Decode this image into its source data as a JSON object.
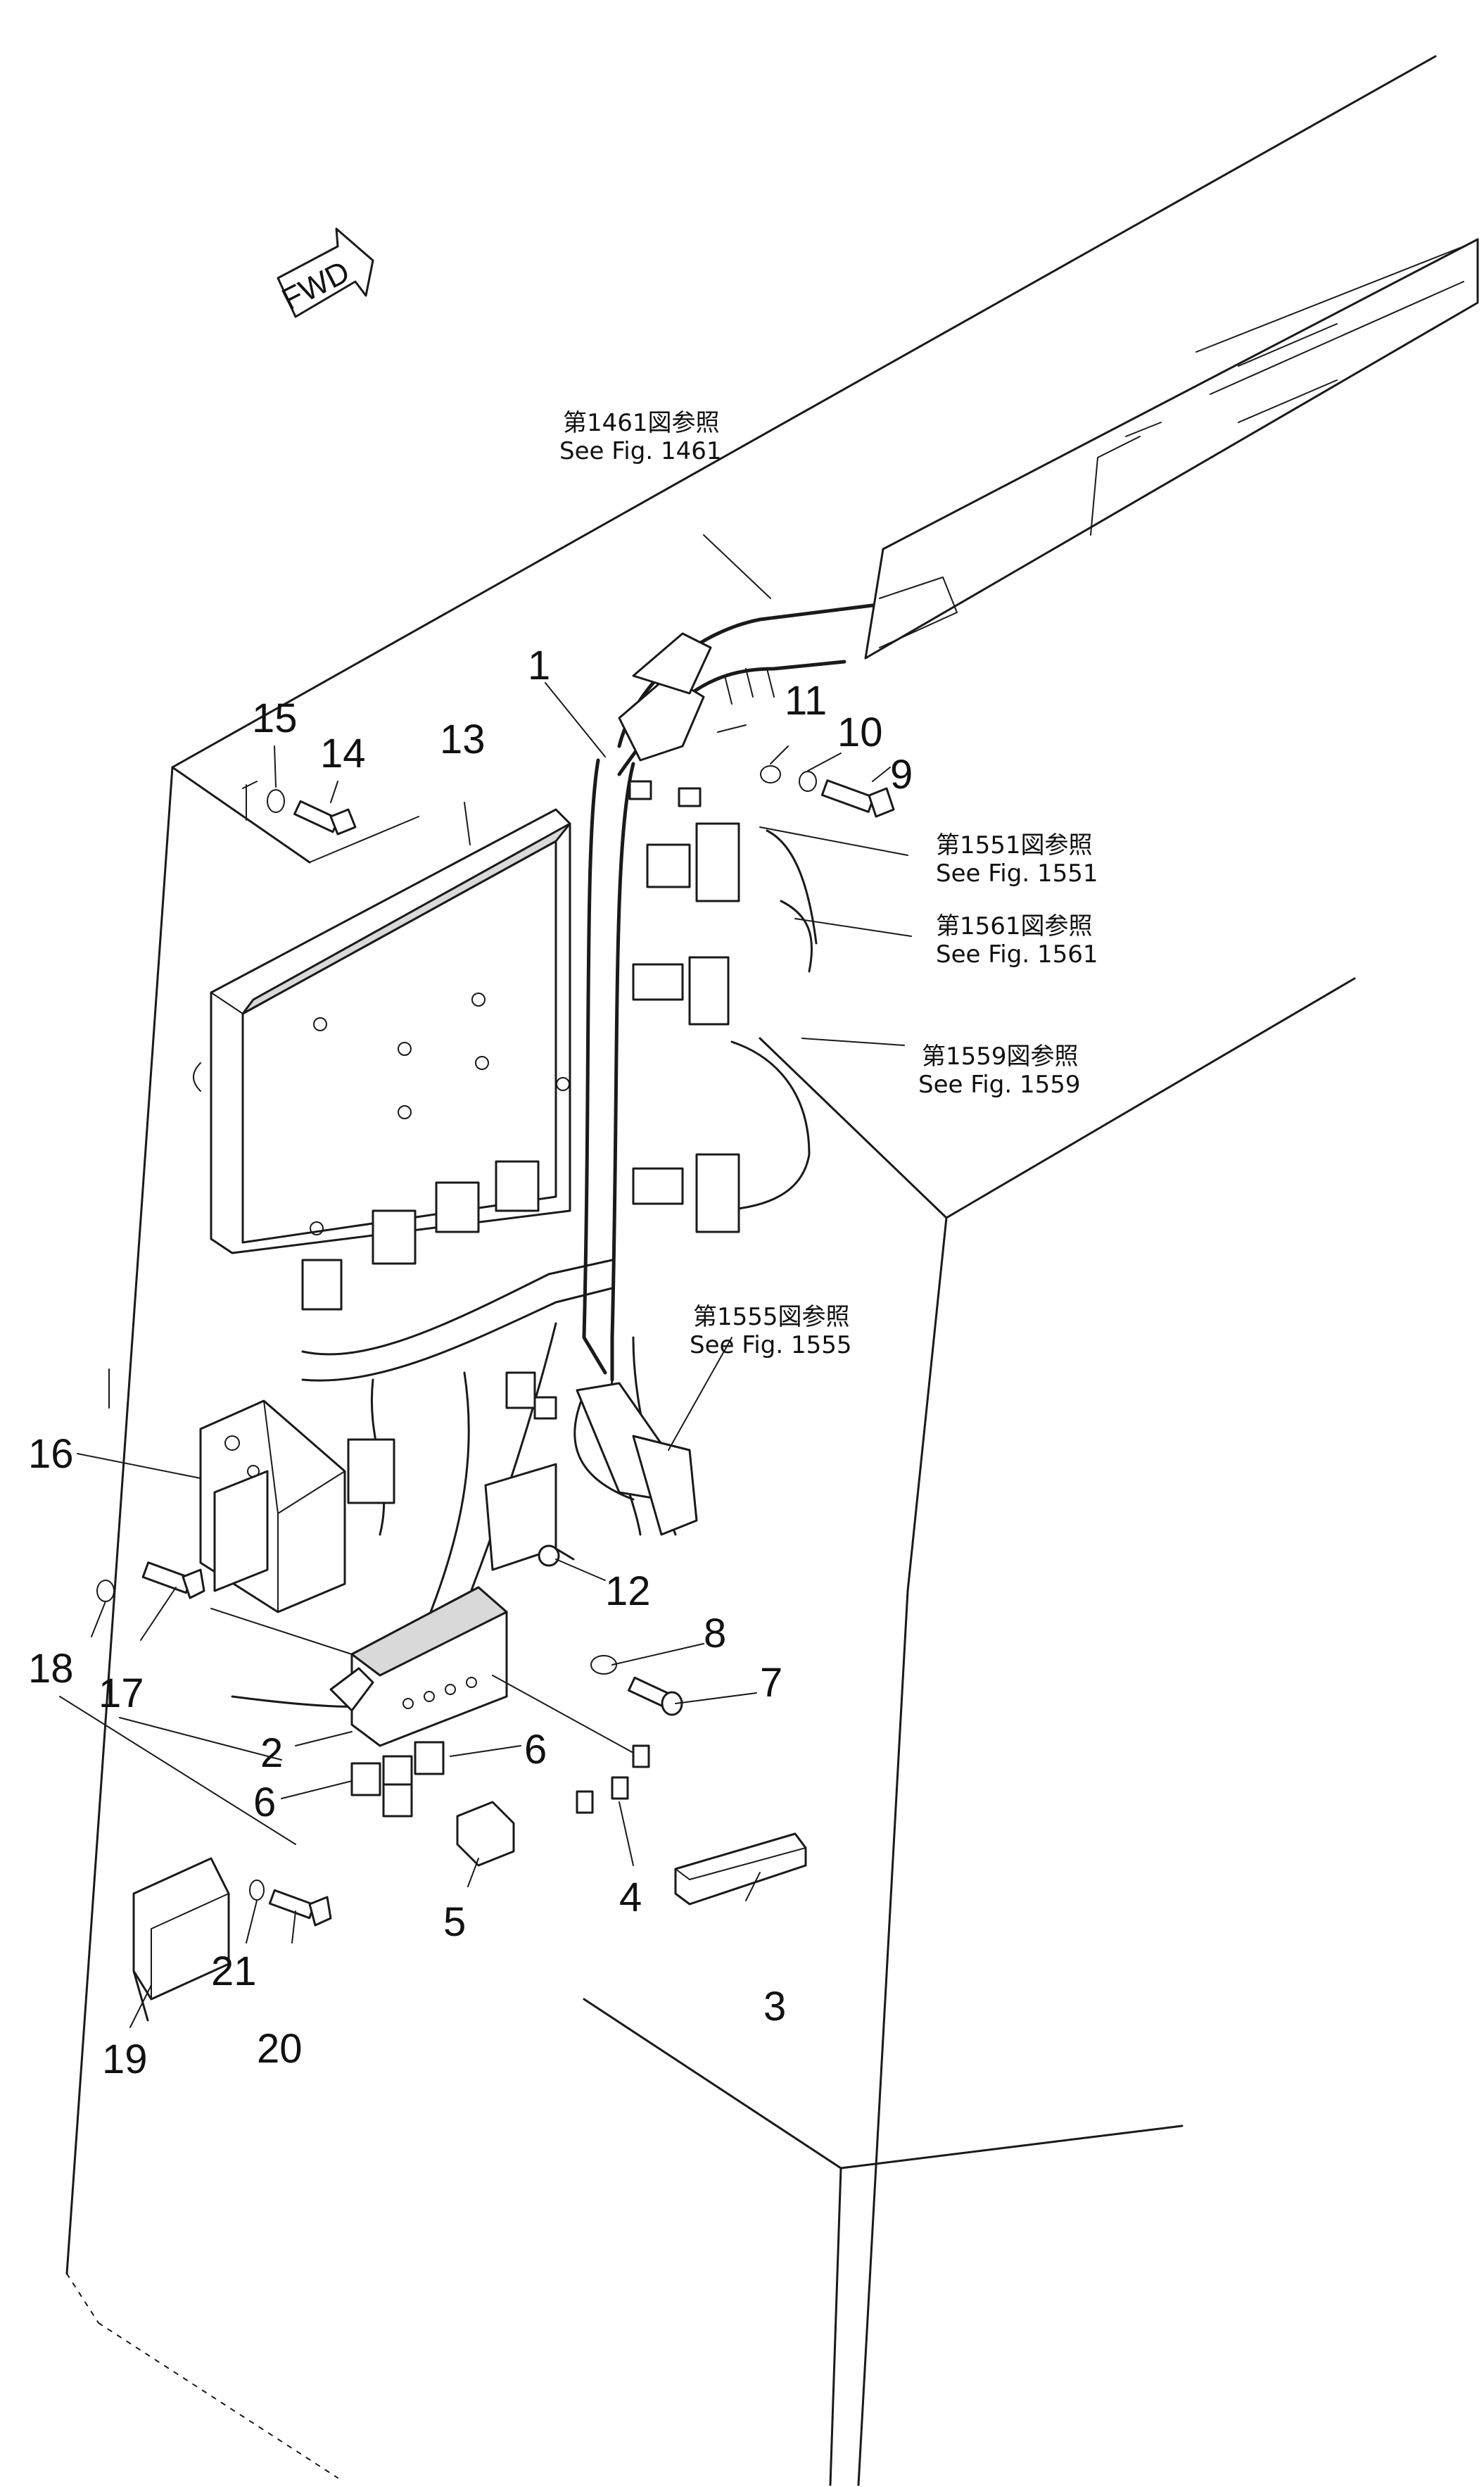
{
  "fwd_label": "FWD",
  "part_numbers": [
    "1",
    "2",
    "3",
    "4",
    "5",
    "6",
    "6",
    "7",
    "8",
    "9",
    "10",
    "11",
    "12",
    "13",
    "14",
    "15",
    "16",
    "17",
    "18",
    "19",
    "20",
    "21"
  ],
  "references": [
    {
      "jp": "第1461図参照",
      "en": "See Fig. 1461"
    },
    {
      "jp": "第1551図参照",
      "en": "See Fig. 1551"
    },
    {
      "jp": "第1561図参照",
      "en": "See Fig. 1561"
    },
    {
      "jp": "第1559図参照",
      "en": "See Fig. 1559"
    },
    {
      "jp": "第1555図参照",
      "en": "See Fig. 1555"
    }
  ]
}
